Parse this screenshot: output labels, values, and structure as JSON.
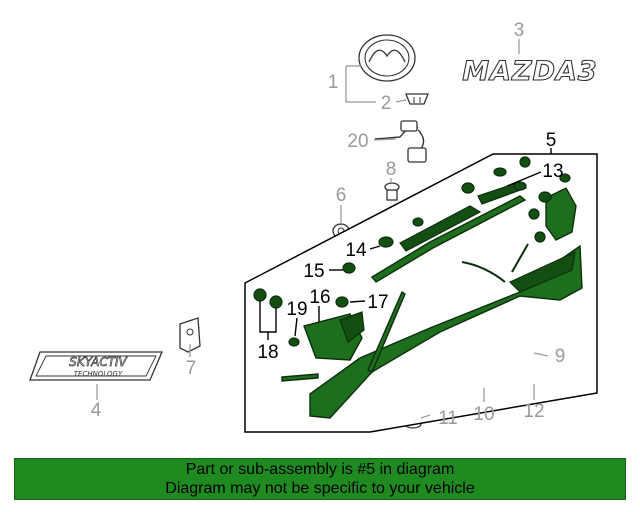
{
  "diagram": {
    "callouts": {
      "c1": "1",
      "c2": "2",
      "c3": "3",
      "c4": "4",
      "c5": "5",
      "c6": "6",
      "c7": "7",
      "c8": "8",
      "c9": "9",
      "c10": "10",
      "c11": "11",
      "c12": "12",
      "c13": "13",
      "c14": "14",
      "c15": "15",
      "c16": "16",
      "c17": "17",
      "c18": "18",
      "c19": "19",
      "c20": "20"
    },
    "badges": {
      "brand_word": "MAZDA3",
      "skyactiv_line1": "SKYACTIV",
      "skyactiv_line2": "TECHNOLOGY"
    },
    "highlight_color": "#1f8a1f"
  },
  "banner": {
    "line1": "Part or sub-assembly is #5 in diagram",
    "line2": "Diagram may not be specific to your vehicle"
  }
}
